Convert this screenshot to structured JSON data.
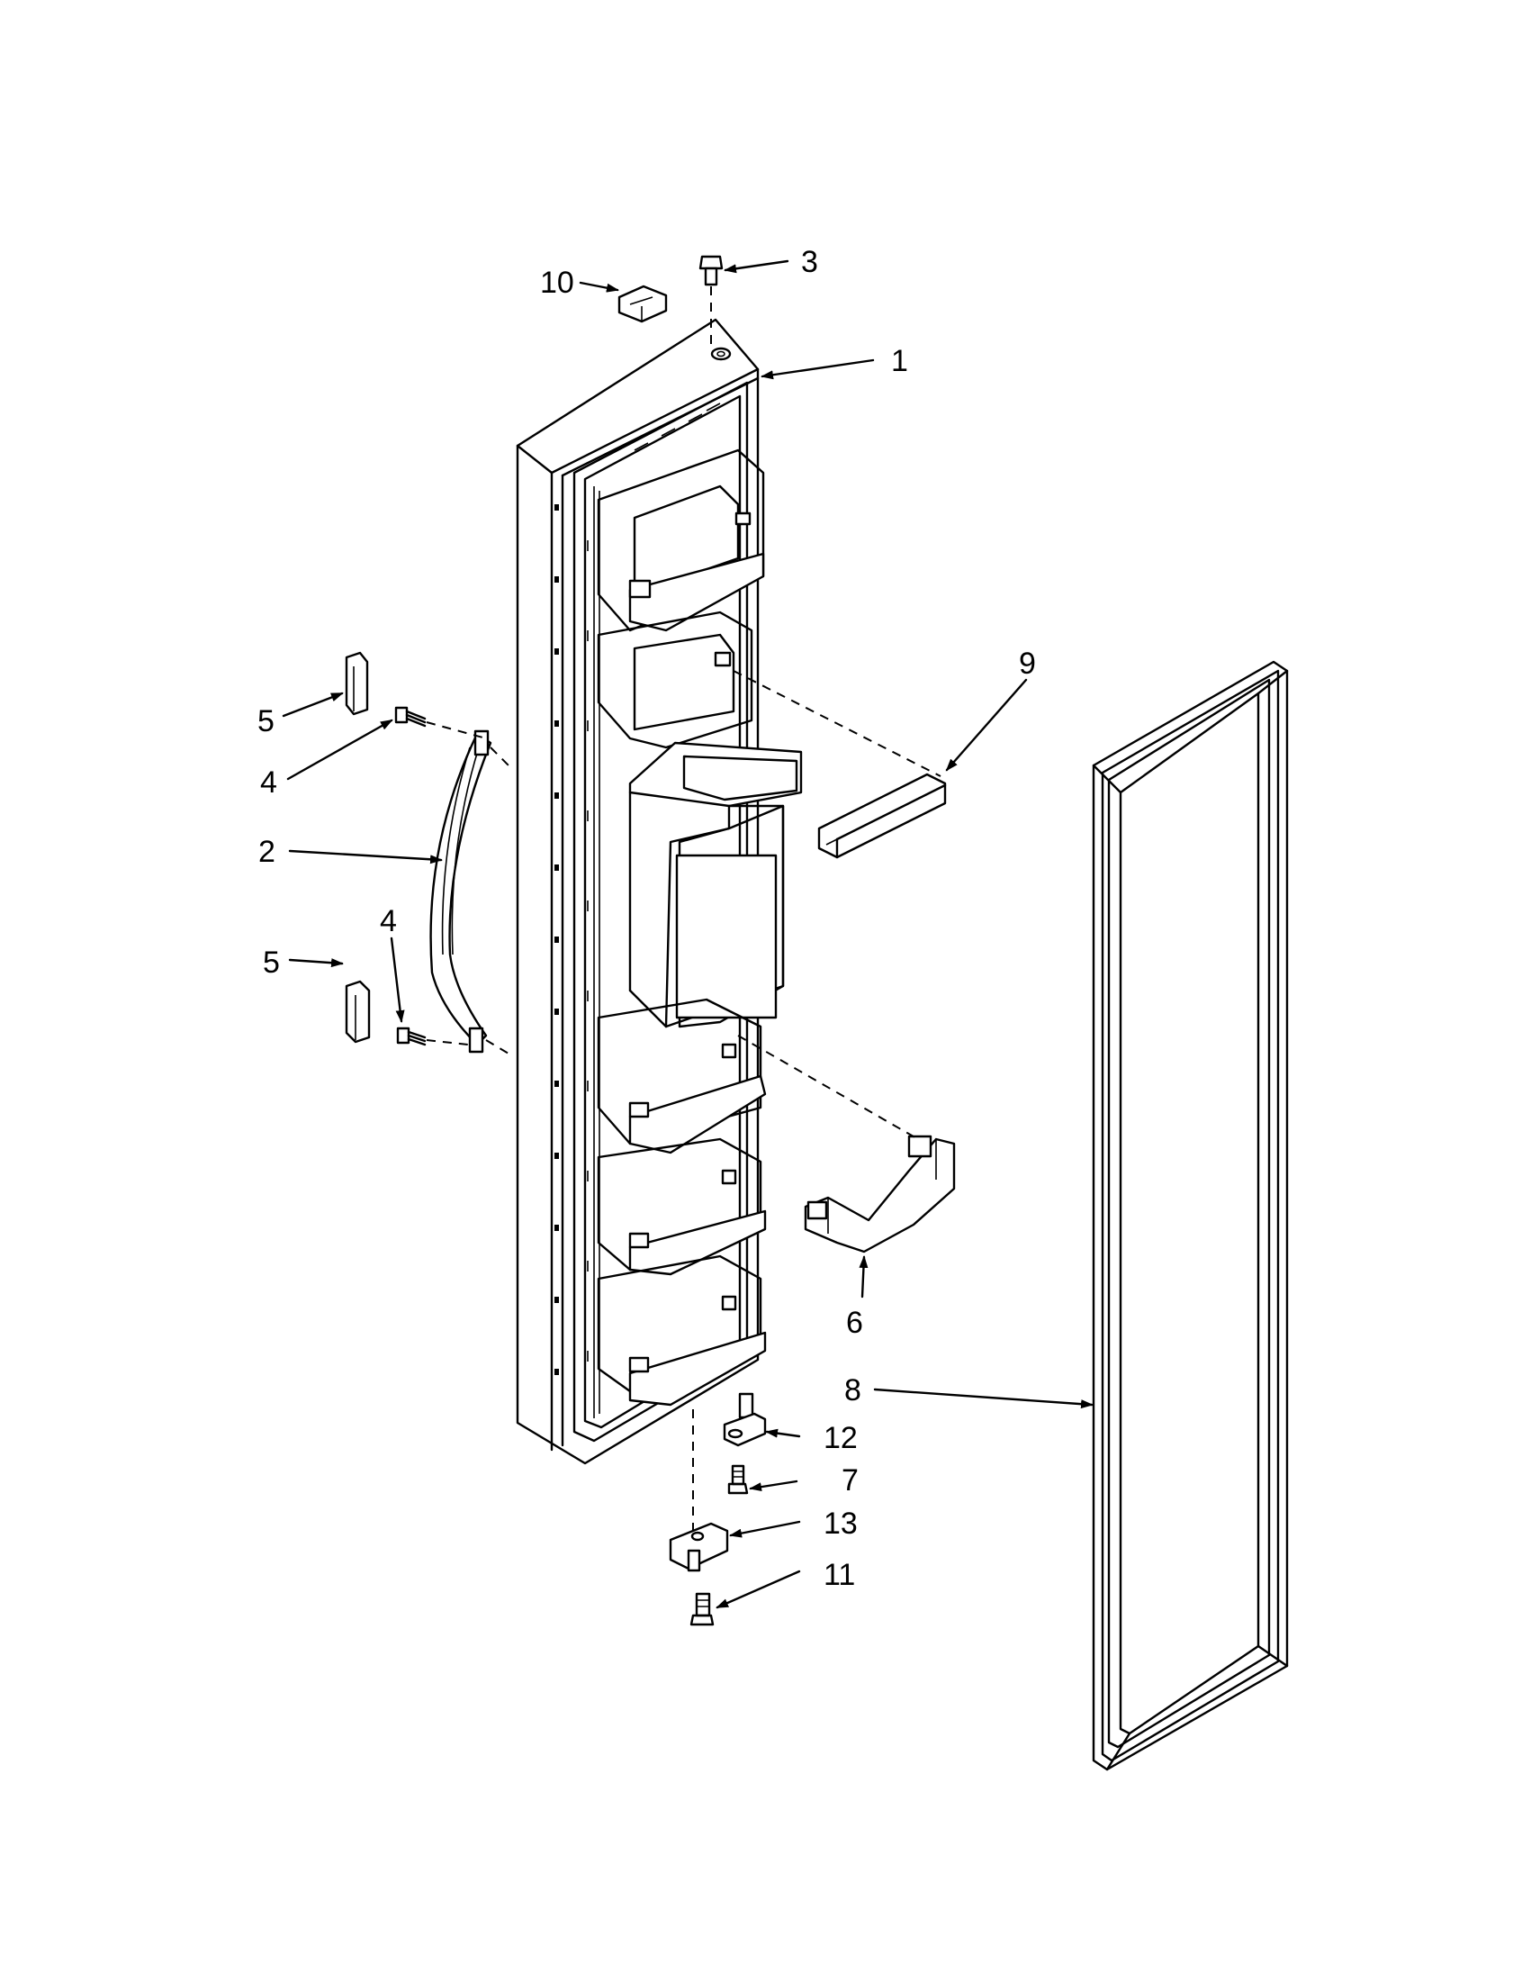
{
  "callouts": [
    {
      "label": "1",
      "part": "door"
    },
    {
      "label": "2",
      "part": "handle"
    },
    {
      "label": "3",
      "part": "top-hinge-bushing"
    },
    {
      "label": "4",
      "part": "handle-screw-upper"
    },
    {
      "label": "4",
      "part": "handle-screw-lower"
    },
    {
      "label": "5",
      "part": "handle-cap-upper"
    },
    {
      "label": "5",
      "part": "handle-cap-lower"
    },
    {
      "label": "6",
      "part": "door-bin"
    },
    {
      "label": "7",
      "part": "hinge-screw"
    },
    {
      "label": "8",
      "part": "door-gasket"
    },
    {
      "label": "9",
      "part": "shelf-rail"
    },
    {
      "label": "10",
      "part": "top-switch"
    },
    {
      "label": "11",
      "part": "bottom-hinge-screw"
    },
    {
      "label": "12",
      "part": "hinge-pin"
    },
    {
      "label": "13",
      "part": "bottom-hinge-bracket"
    }
  ]
}
